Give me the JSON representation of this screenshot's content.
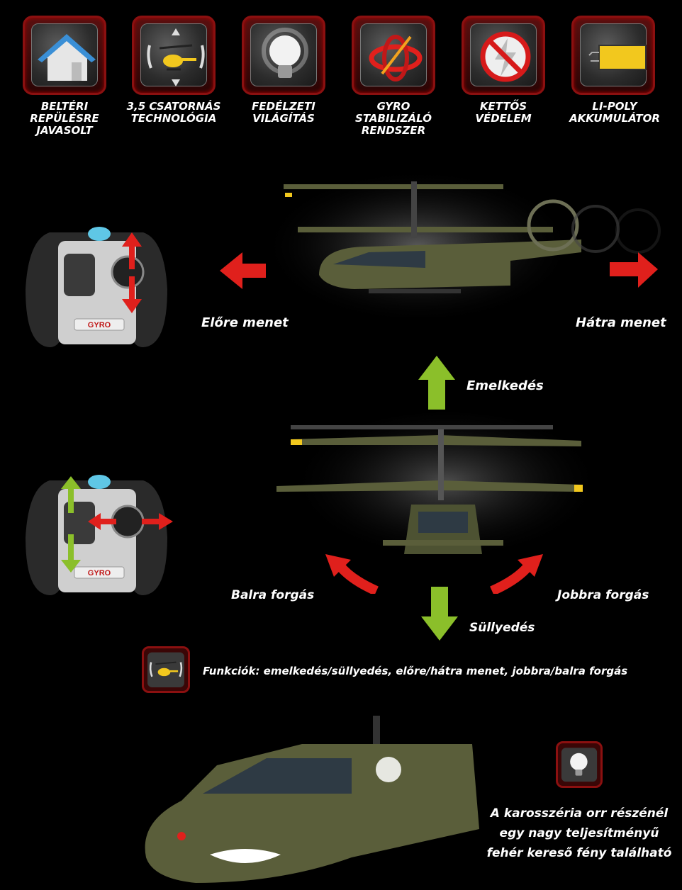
{
  "features": [
    {
      "label": "Beltéri repülésre javasolt",
      "icon": "house-icon"
    },
    {
      "label": "3,5 csatornás technológia",
      "icon": "helicopter-arrows-icon"
    },
    {
      "label": "Fedélzeti világítás",
      "icon": "light-bulb-icon"
    },
    {
      "label": "Gyro stabilizáló rendszer",
      "icon": "gyro-icon"
    },
    {
      "label": "Kettős védelem",
      "icon": "no-lightning-icon"
    },
    {
      "label": "Li-Poly akkumulátor",
      "icon": "battery-icon"
    }
  ],
  "movement": {
    "forward": "Előre menet",
    "backward": "Hátra menet",
    "rise": "Emelkedés",
    "descend": "Süllyedés",
    "rotate_left": "Balra forgás",
    "rotate_right": "Jobbra forgás"
  },
  "remote": {
    "brand": "GYRO"
  },
  "functions_text": "Funkciók: emelkedés/süllyedés, előre/hátra menet, jobbra/balra forgás",
  "light_note": [
    "A karosszéria orr részénél",
    "egy nagy teljesítményű",
    "fehér kereső fény található"
  ],
  "colors": {
    "accent_red": "#e0201c",
    "arrow_green": "#8bbf2a",
    "helicopter_olive": "#5a5e3a",
    "battery_yellow": "#f2c81e"
  }
}
